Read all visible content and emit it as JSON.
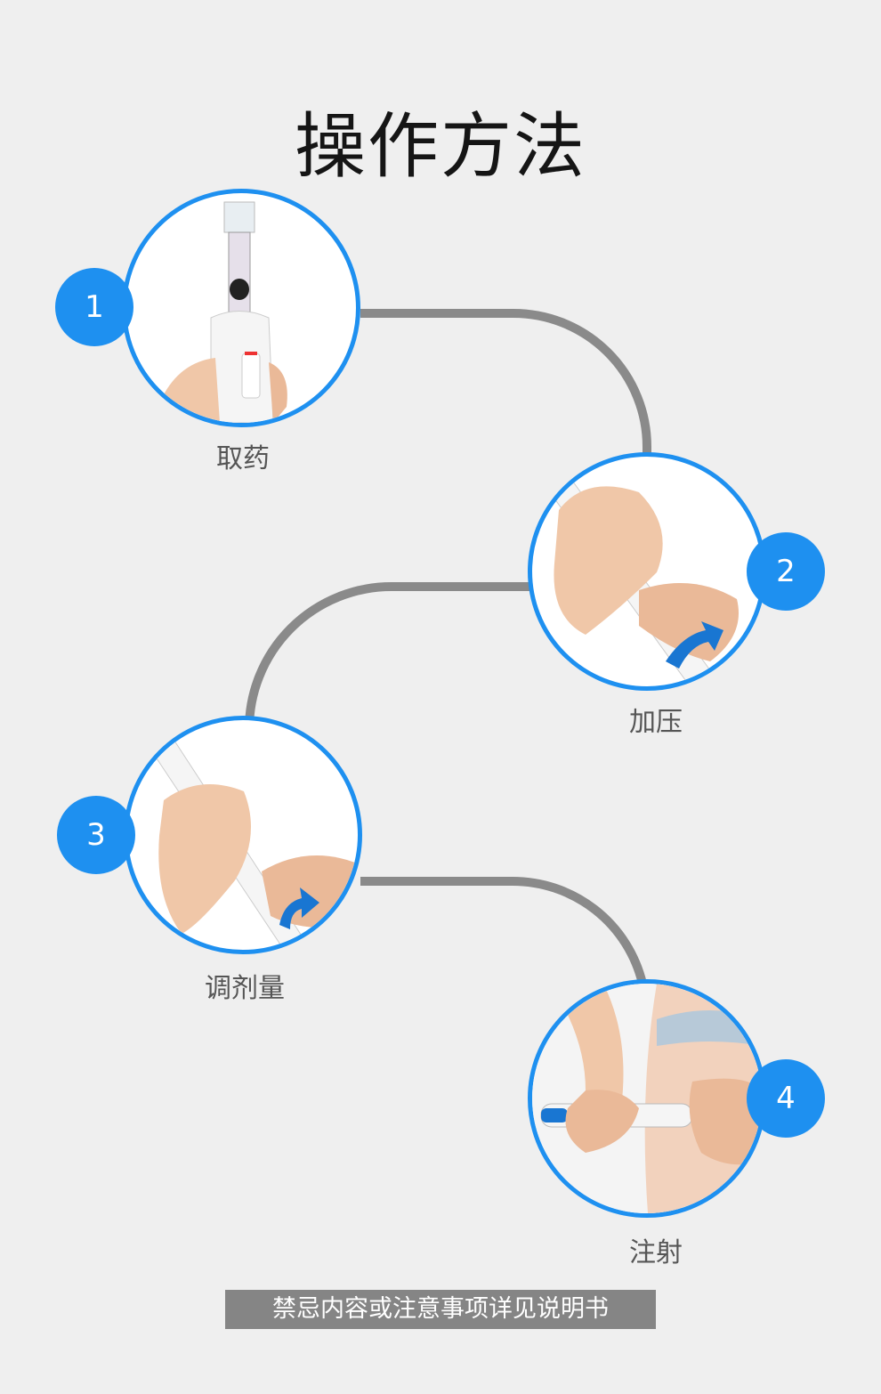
{
  "title": "操作方法",
  "steps": [
    {
      "number": "1",
      "label": "取药"
    },
    {
      "number": "2",
      "label": "加压"
    },
    {
      "number": "3",
      "label": "调剂量"
    },
    {
      "number": "4",
      "label": "注射"
    }
  ],
  "notice": "禁忌内容或注意事项详见说明书",
  "colors": {
    "accent": "#1e90f0",
    "connector": "#8a8a8a",
    "background": "#efefef",
    "notice_bg": "#858585"
  }
}
